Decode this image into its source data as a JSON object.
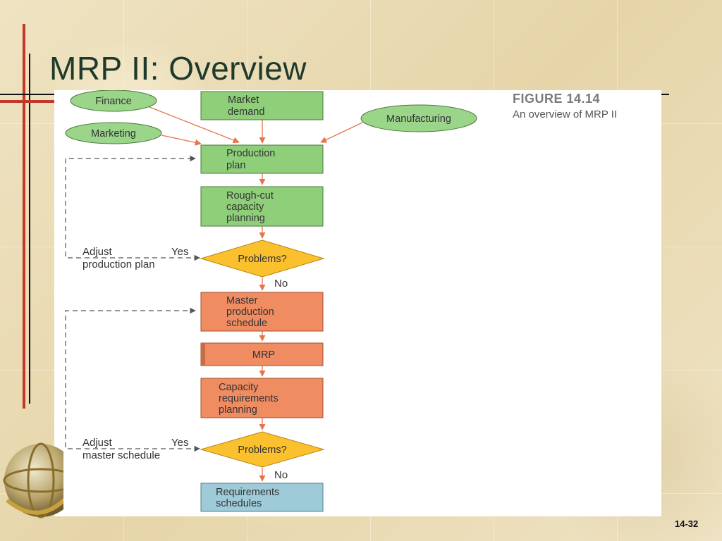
{
  "slide": {
    "title": "MRP II: Overview",
    "number": "14-32"
  },
  "figure": {
    "label": "FIGURE 14.14",
    "caption": "An overview of MRP II"
  },
  "diagram": {
    "inputs": {
      "finance": "Finance",
      "marketing": "Marketing",
      "manufacturing": "Manufacturing"
    },
    "steps": {
      "market_demand": [
        "Market",
        "demand"
      ],
      "production_plan": [
        "Production",
        "plan"
      ],
      "rough_cut": [
        "Rough-cut",
        "capacity",
        "planning"
      ],
      "mps": [
        "Master",
        "production",
        "schedule"
      ],
      "mrp": [
        "MRP"
      ],
      "crp": [
        "Capacity",
        "requirements",
        "planning"
      ],
      "requirements": [
        "Requirements",
        "schedules"
      ]
    },
    "decisions": {
      "problems_1": "Problems?",
      "problems_2": "Problems?"
    },
    "edge_labels": {
      "yes_1": "Yes",
      "no_1": "No",
      "yes_2": "Yes",
      "no_2": "No",
      "adjust_production": [
        "Adjust",
        "production plan"
      ],
      "adjust_master": [
        "Adjust",
        "master schedule"
      ]
    },
    "colors": {
      "green_box": "#8fcf7a",
      "green_ellipse": "#9ad58a",
      "orange_box": "#f08c62",
      "blue_box": "#9fcbd8",
      "diamond": "#fbc02d",
      "arrow": "#e8734a"
    }
  }
}
